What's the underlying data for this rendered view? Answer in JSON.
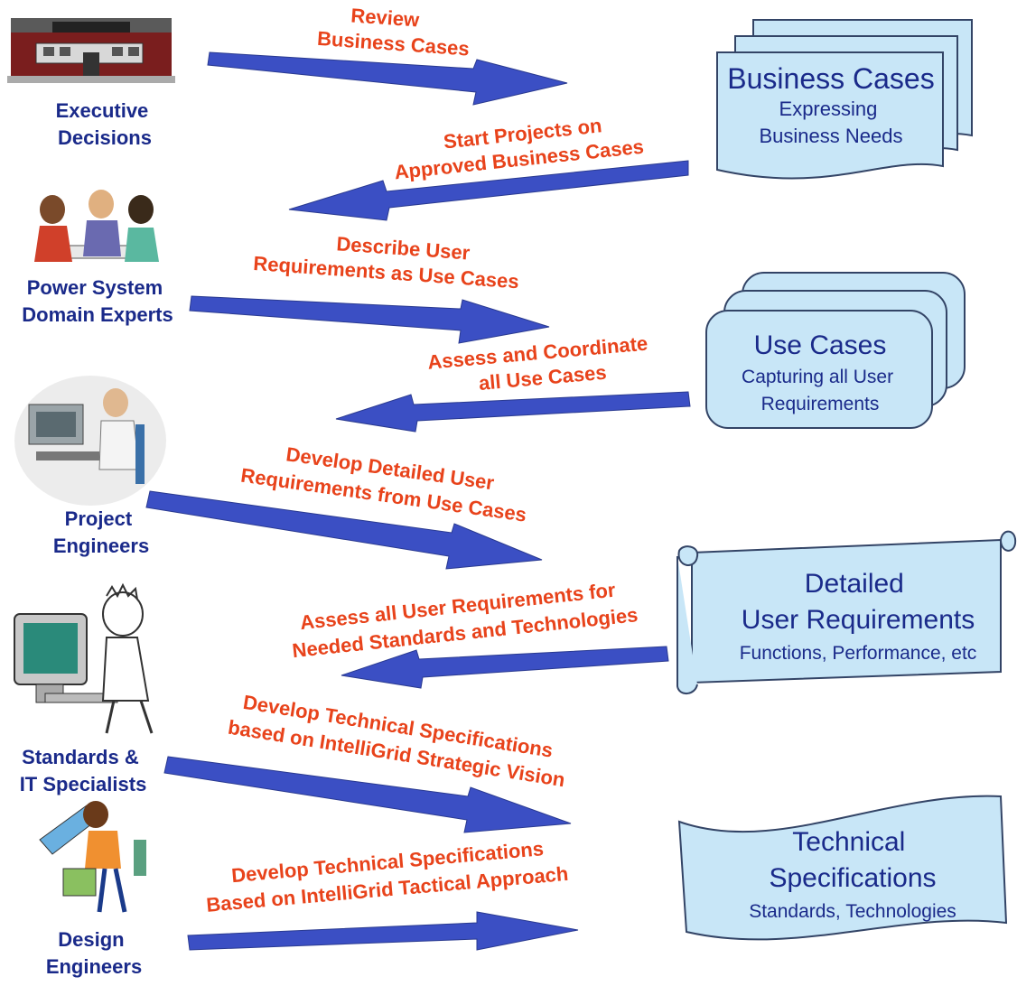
{
  "actors": [
    {
      "id": "executive",
      "lines": [
        "Executive",
        "Decisions"
      ]
    },
    {
      "id": "domain-experts",
      "lines": [
        "Power System",
        "Domain Experts"
      ]
    },
    {
      "id": "project-engineers",
      "lines": [
        "Project",
        "Engineers"
      ]
    },
    {
      "id": "standards-it",
      "lines": [
        "Standards &",
        "IT Specialists"
      ]
    },
    {
      "id": "design-engineers",
      "lines": [
        "Design",
        "Engineers"
      ]
    }
  ],
  "arrows": [
    {
      "id": "review-business-cases",
      "lines": [
        "Review",
        "Business Cases"
      ]
    },
    {
      "id": "start-projects",
      "lines": [
        "Start Projects on",
        "Approved Business Cases"
      ]
    },
    {
      "id": "describe-user-requirements",
      "lines": [
        "Describe User",
        "Requirements as Use Cases"
      ]
    },
    {
      "id": "assess-coordinate",
      "lines": [
        "Assess and Coordinate",
        "all Use Cases"
      ]
    },
    {
      "id": "develop-detailed",
      "lines": [
        "Develop Detailed User",
        "Requirements from Use Cases"
      ]
    },
    {
      "id": "assess-requirements",
      "lines": [
        "Assess all User Requirements for",
        "Needed Standards and Technologies"
      ]
    },
    {
      "id": "develop-strategic",
      "lines": [
        "Develop Technical Specifications",
        "based on IntelliGrid Strategic Vision"
      ]
    },
    {
      "id": "develop-tactical",
      "lines": [
        "Develop Technical Specifications",
        "Based on IntelliGrid Tactical Approach"
      ]
    }
  ],
  "documents": [
    {
      "id": "business-cases",
      "title": [
        "Business Cases"
      ],
      "subtitle": [
        "Expressing",
        "Business Needs"
      ]
    },
    {
      "id": "use-cases",
      "title": [
        "Use Cases"
      ],
      "subtitle": [
        "Capturing all User",
        "Requirements"
      ]
    },
    {
      "id": "detailed-requirements",
      "title": [
        "Detailed",
        "User Requirements"
      ],
      "subtitle": [
        "Functions, Performance, etc"
      ]
    },
    {
      "id": "technical-specifications",
      "title": [
        "Technical",
        "Specifications"
      ],
      "subtitle": [
        "Standards, Technologies"
      ]
    }
  ]
}
